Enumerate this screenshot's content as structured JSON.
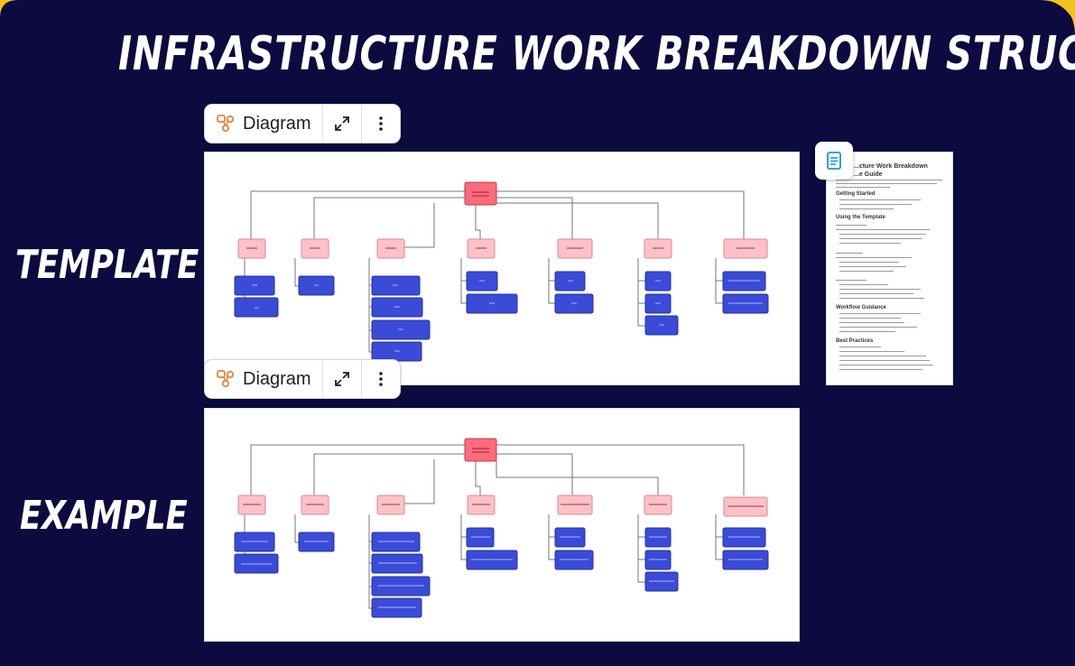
{
  "title": "Infrastructure Work Breakdown Structure",
  "labels": {
    "template": "Template",
    "example": "Example"
  },
  "toolbar": {
    "diagram_label": "Diagram"
  },
  "doc": {
    "title_line1": "...cture Work Breakdown",
    "title_line2": "...e Guide",
    "sections": [
      "Getting Started",
      "Using the Template",
      "Workflow Guidance",
      "Best Practices"
    ]
  },
  "colors": {
    "background": "#0c0a3e",
    "accent": "#f4c21f",
    "root_node": "#ff6b7a",
    "level1_node": "#ffc1c7",
    "level2_node": "#3a4bd8",
    "icon_orange": "#e8833a",
    "icon_teal": "#1b96d3"
  },
  "icons": {
    "diagram": "diagram-icon",
    "expand": "expand-icon",
    "more": "more-vertical-icon",
    "document": "document-icon"
  }
}
